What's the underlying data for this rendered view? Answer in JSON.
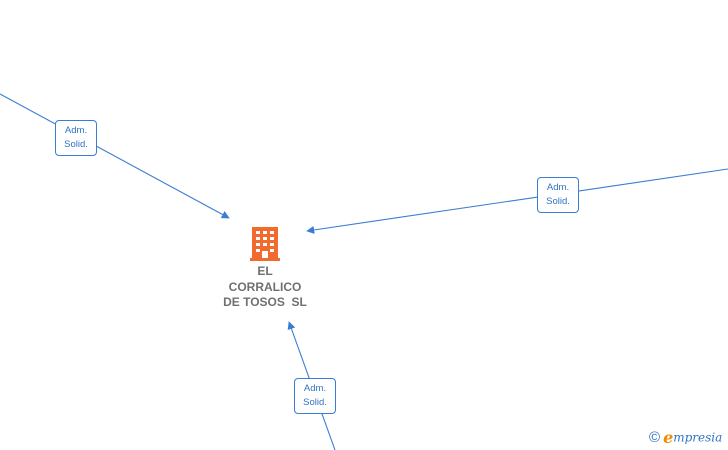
{
  "company": {
    "name_lines": [
      "EL",
      "CORRALICO",
      "DE TOSOS  SL"
    ],
    "icon": "building-icon",
    "icon_color": "#f26a2e"
  },
  "relations": [
    {
      "label_lines": [
        "Adm.",
        "Solid."
      ],
      "direction": "from-top-left"
    },
    {
      "label_lines": [
        "Adm.",
        "Solid."
      ],
      "direction": "from-right"
    },
    {
      "label_lines": [
        "Adm.",
        "Solid."
      ],
      "direction": "from-bottom"
    }
  ],
  "edge_color": "#3a7dd1",
  "branding": {
    "copyright": "©",
    "logo_initial": "e",
    "logo_rest": "mpresia"
  }
}
